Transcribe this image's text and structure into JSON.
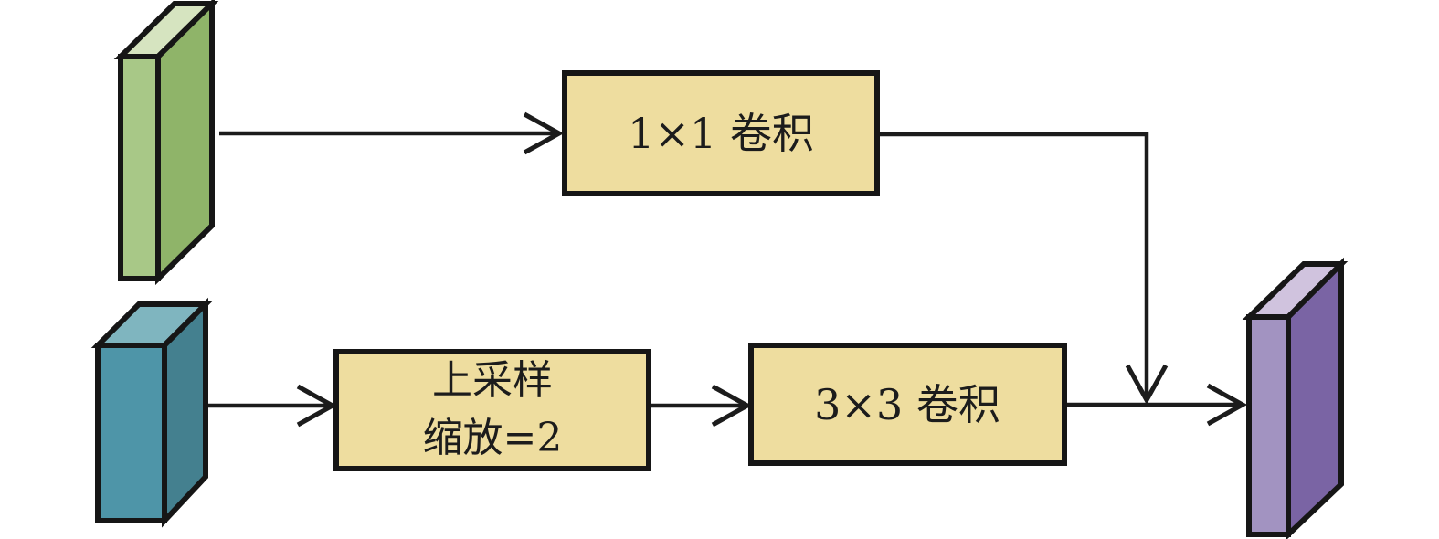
{
  "diagram": {
    "type": "neural-network-block-diagram",
    "boxes": {
      "conv1x1": {
        "label": "1×1 卷积"
      },
      "upsample": {
        "line1": "上采样",
        "line2": "缩放=2"
      },
      "conv3x3": {
        "label": "3×3 卷积"
      }
    },
    "colors": {
      "background": "#ffffff",
      "box_fill": "#eedd9f",
      "box_border": "#161616",
      "arrow": "#1c1c1c",
      "green_front": "#a8c887",
      "green_side": "#8fb469",
      "green_top": "#d6e4c0",
      "teal_front": "#4e95a8",
      "teal_side": "#44808f",
      "teal_top": "#7fb5bf",
      "purple_front": "#a293c1",
      "purple_side": "#7a64a4",
      "purple_top": "#d0c3de"
    }
  }
}
